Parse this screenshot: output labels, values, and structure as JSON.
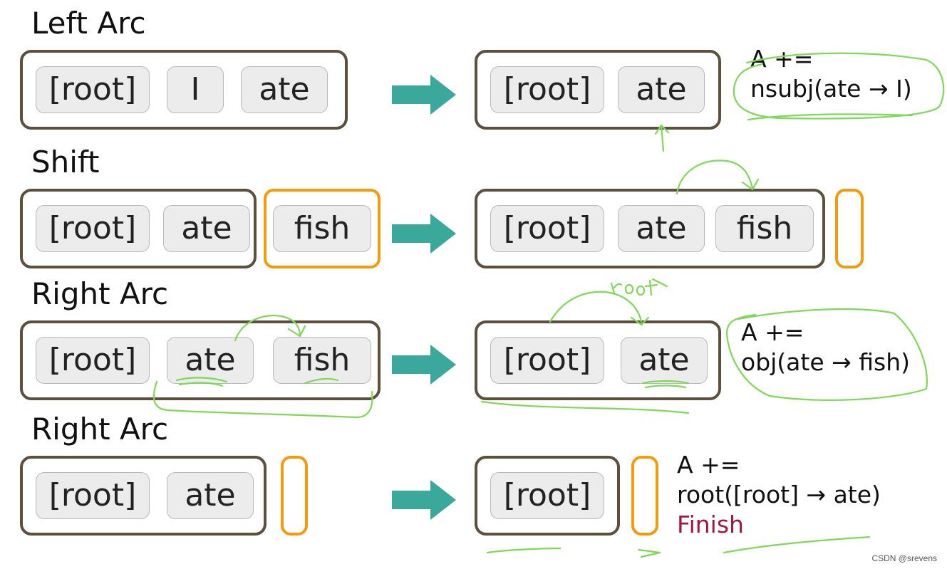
{
  "sections": [
    {
      "title": "Left Arc",
      "before_tokens": [
        "[root]",
        "I",
        "ate"
      ],
      "after_tokens": [
        "[root]",
        "ate"
      ],
      "note": [
        "A +=",
        "nsubj(ate → I)"
      ]
    },
    {
      "title": "Shift",
      "before_tokens": [
        "[root]",
        "ate"
      ],
      "before_buffer": [
        "fish"
      ],
      "after_tokens": [
        "[root]",
        "ate",
        "fish"
      ]
    },
    {
      "title": "Right Arc",
      "before_tokens": [
        "[root]",
        "ate",
        "fish"
      ],
      "after_tokens": [
        "[root]",
        "ate"
      ],
      "note": [
        "A +=",
        "obj(ate → fish)"
      ],
      "handwriting": "root"
    },
    {
      "title": "Right Arc",
      "before_tokens": [
        "[root]",
        "ate"
      ],
      "after_tokens": [
        "[root]"
      ],
      "note": [
        "A +=",
        "root([root] → ate)"
      ],
      "finish": "Finish"
    }
  ],
  "colors": {
    "stack_border": "#5c4f3c",
    "buffer_border": "#f59a0a",
    "arrow": "#3aa89a",
    "finish": "#a3173e",
    "annotation": "#7ed957"
  },
  "watermark": "CSDN @srevens"
}
